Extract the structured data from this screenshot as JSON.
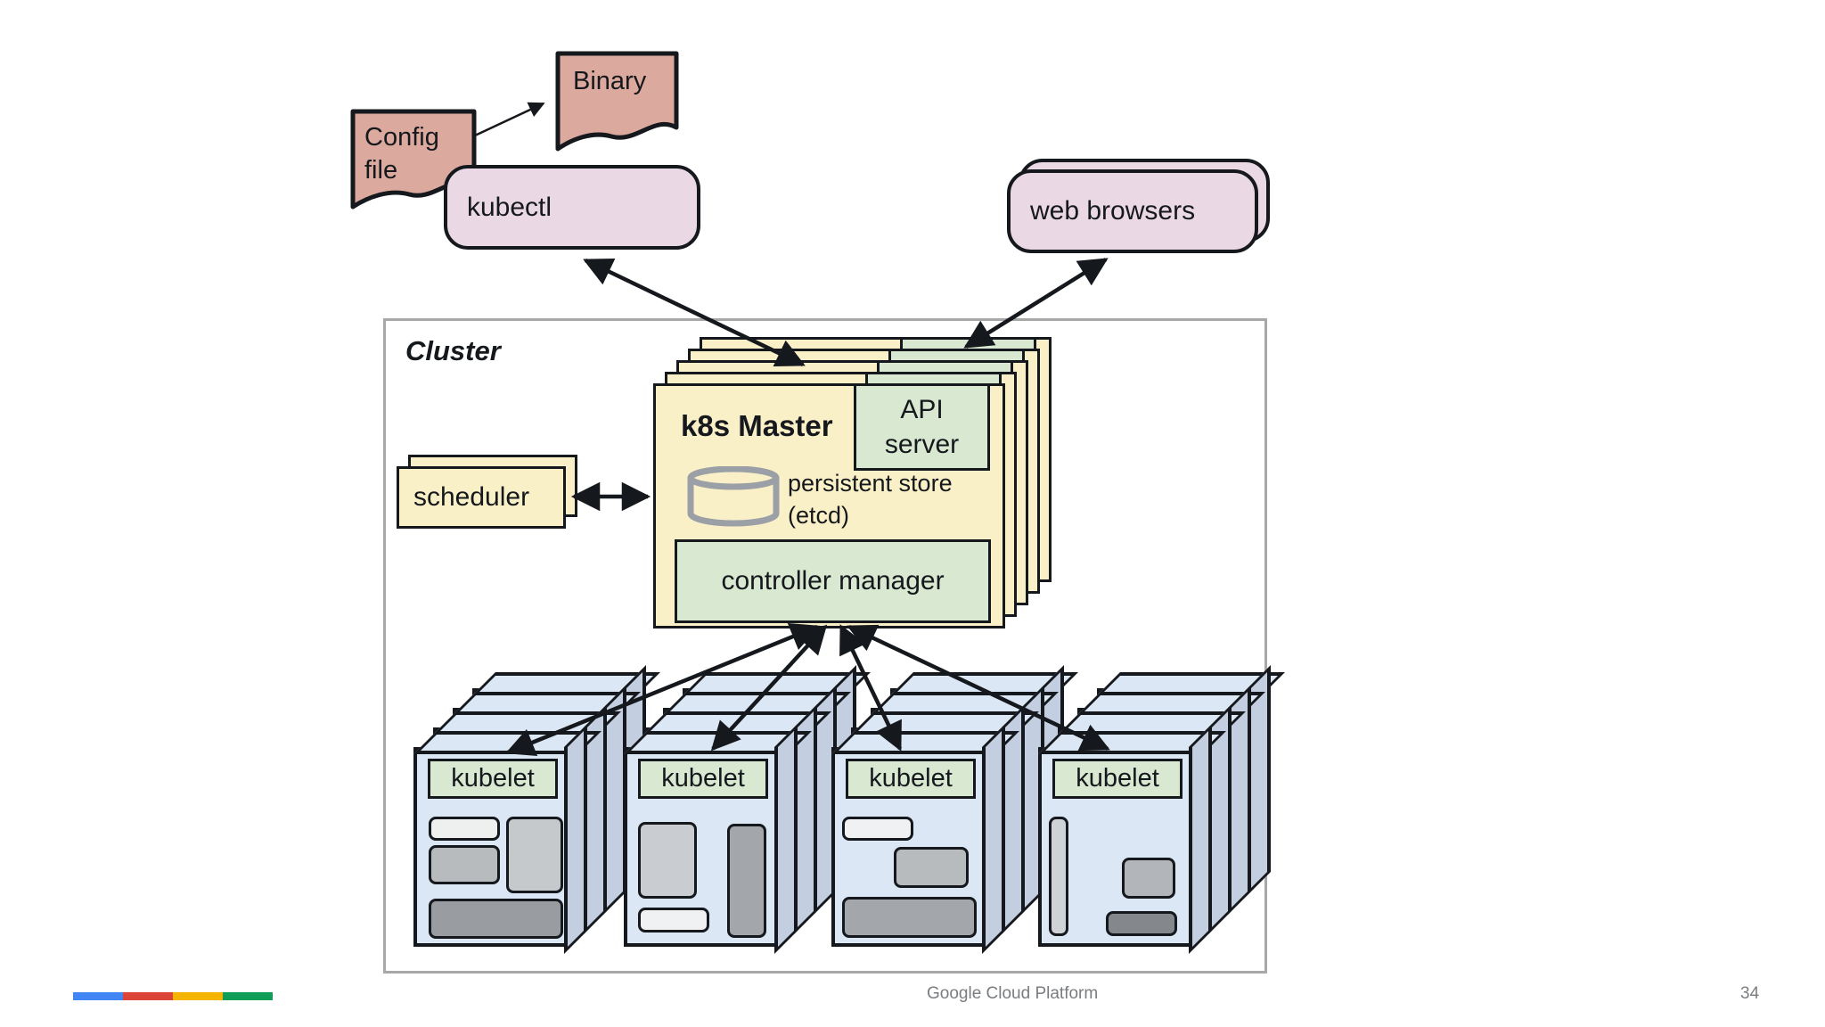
{
  "footer": {
    "brand": "Google Cloud Platform",
    "page_number": "34"
  },
  "palette": {
    "doc_salmon": "#dca99e",
    "pill_pink": "#ead9e4",
    "card_cream": "#faf0c8",
    "box_green": "#d9e8d1",
    "node_blue": "#dbe7f4",
    "node_side_blue": "#c3cfe0",
    "cluster_border": "#a8a8a8",
    "google_blue": "#4285f4",
    "google_red": "#db4437",
    "google_yellow": "#f4b400",
    "google_green": "#0f9d58"
  },
  "diagram": {
    "config_file": {
      "label": "Config file"
    },
    "binary": {
      "label": "Binary"
    },
    "kubectl": {
      "label": "kubectl"
    },
    "web_browsers": {
      "label": "web browsers"
    },
    "cluster": {
      "label": "Cluster"
    },
    "master": {
      "title": "k8s Master",
      "api_server": "API server",
      "persistent_store_line1": "persistent store",
      "persistent_store_line2": "(etcd)",
      "controller_manager": "controller manager"
    },
    "scheduler": {
      "label": "scheduler"
    },
    "nodes": [
      {
        "label": "kubelet"
      },
      {
        "label": "kubelet"
      },
      {
        "label": "kubelet"
      },
      {
        "label": "kubelet"
      }
    ]
  }
}
